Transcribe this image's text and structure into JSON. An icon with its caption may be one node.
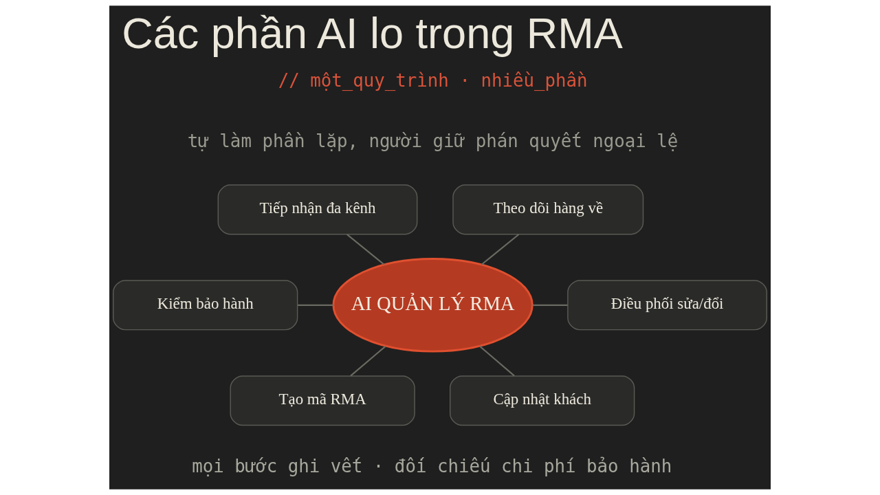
{
  "diagram": {
    "title": "Các phần AI lo trong RMA",
    "caption": "mọi bước ghi vết · đối chiếu chi phí bảo hành",
    "nodes": [
      {
        "text": [
          "Tiếp nhận đa kênh"
        ]
      },
      {
        "text": [
          "Theo dõi hàng về"
        ]
      },
      {
        "text": [
          "Kiểm bảo hành"
        ]
      },
      {
        "text": [
          "AI QUẢN LÝ RMA"
        ]
      },
      {
        "text": [
          "Điều phối sửa/đổi"
        ]
      },
      {
        "text": [
          "Tạo mã RMA"
        ]
      },
      {
        "text": [
          "Cập nhật khách"
        ]
      }
    ],
    "edges": [
      {
        "from": 0,
        "to": 3,
        "arrow": "none"
      },
      {
        "from": 2,
        "to": 3,
        "arrow": "none"
      },
      {
        "from": 5,
        "to": 3,
        "arrow": "none"
      },
      {
        "from": 3,
        "to": 1,
        "arrow": "none"
      },
      {
        "from": 3,
        "to": 4,
        "arrow": "none"
      },
      {
        "from": 3,
        "to": 6,
        "arrow": "none"
      }
    ],
    "labels": [
      "// một_quy_trình · nhiều_phần",
      "tự làm phần lặp, người giữ phán quyết ngoại lệ"
    ]
  }
}
